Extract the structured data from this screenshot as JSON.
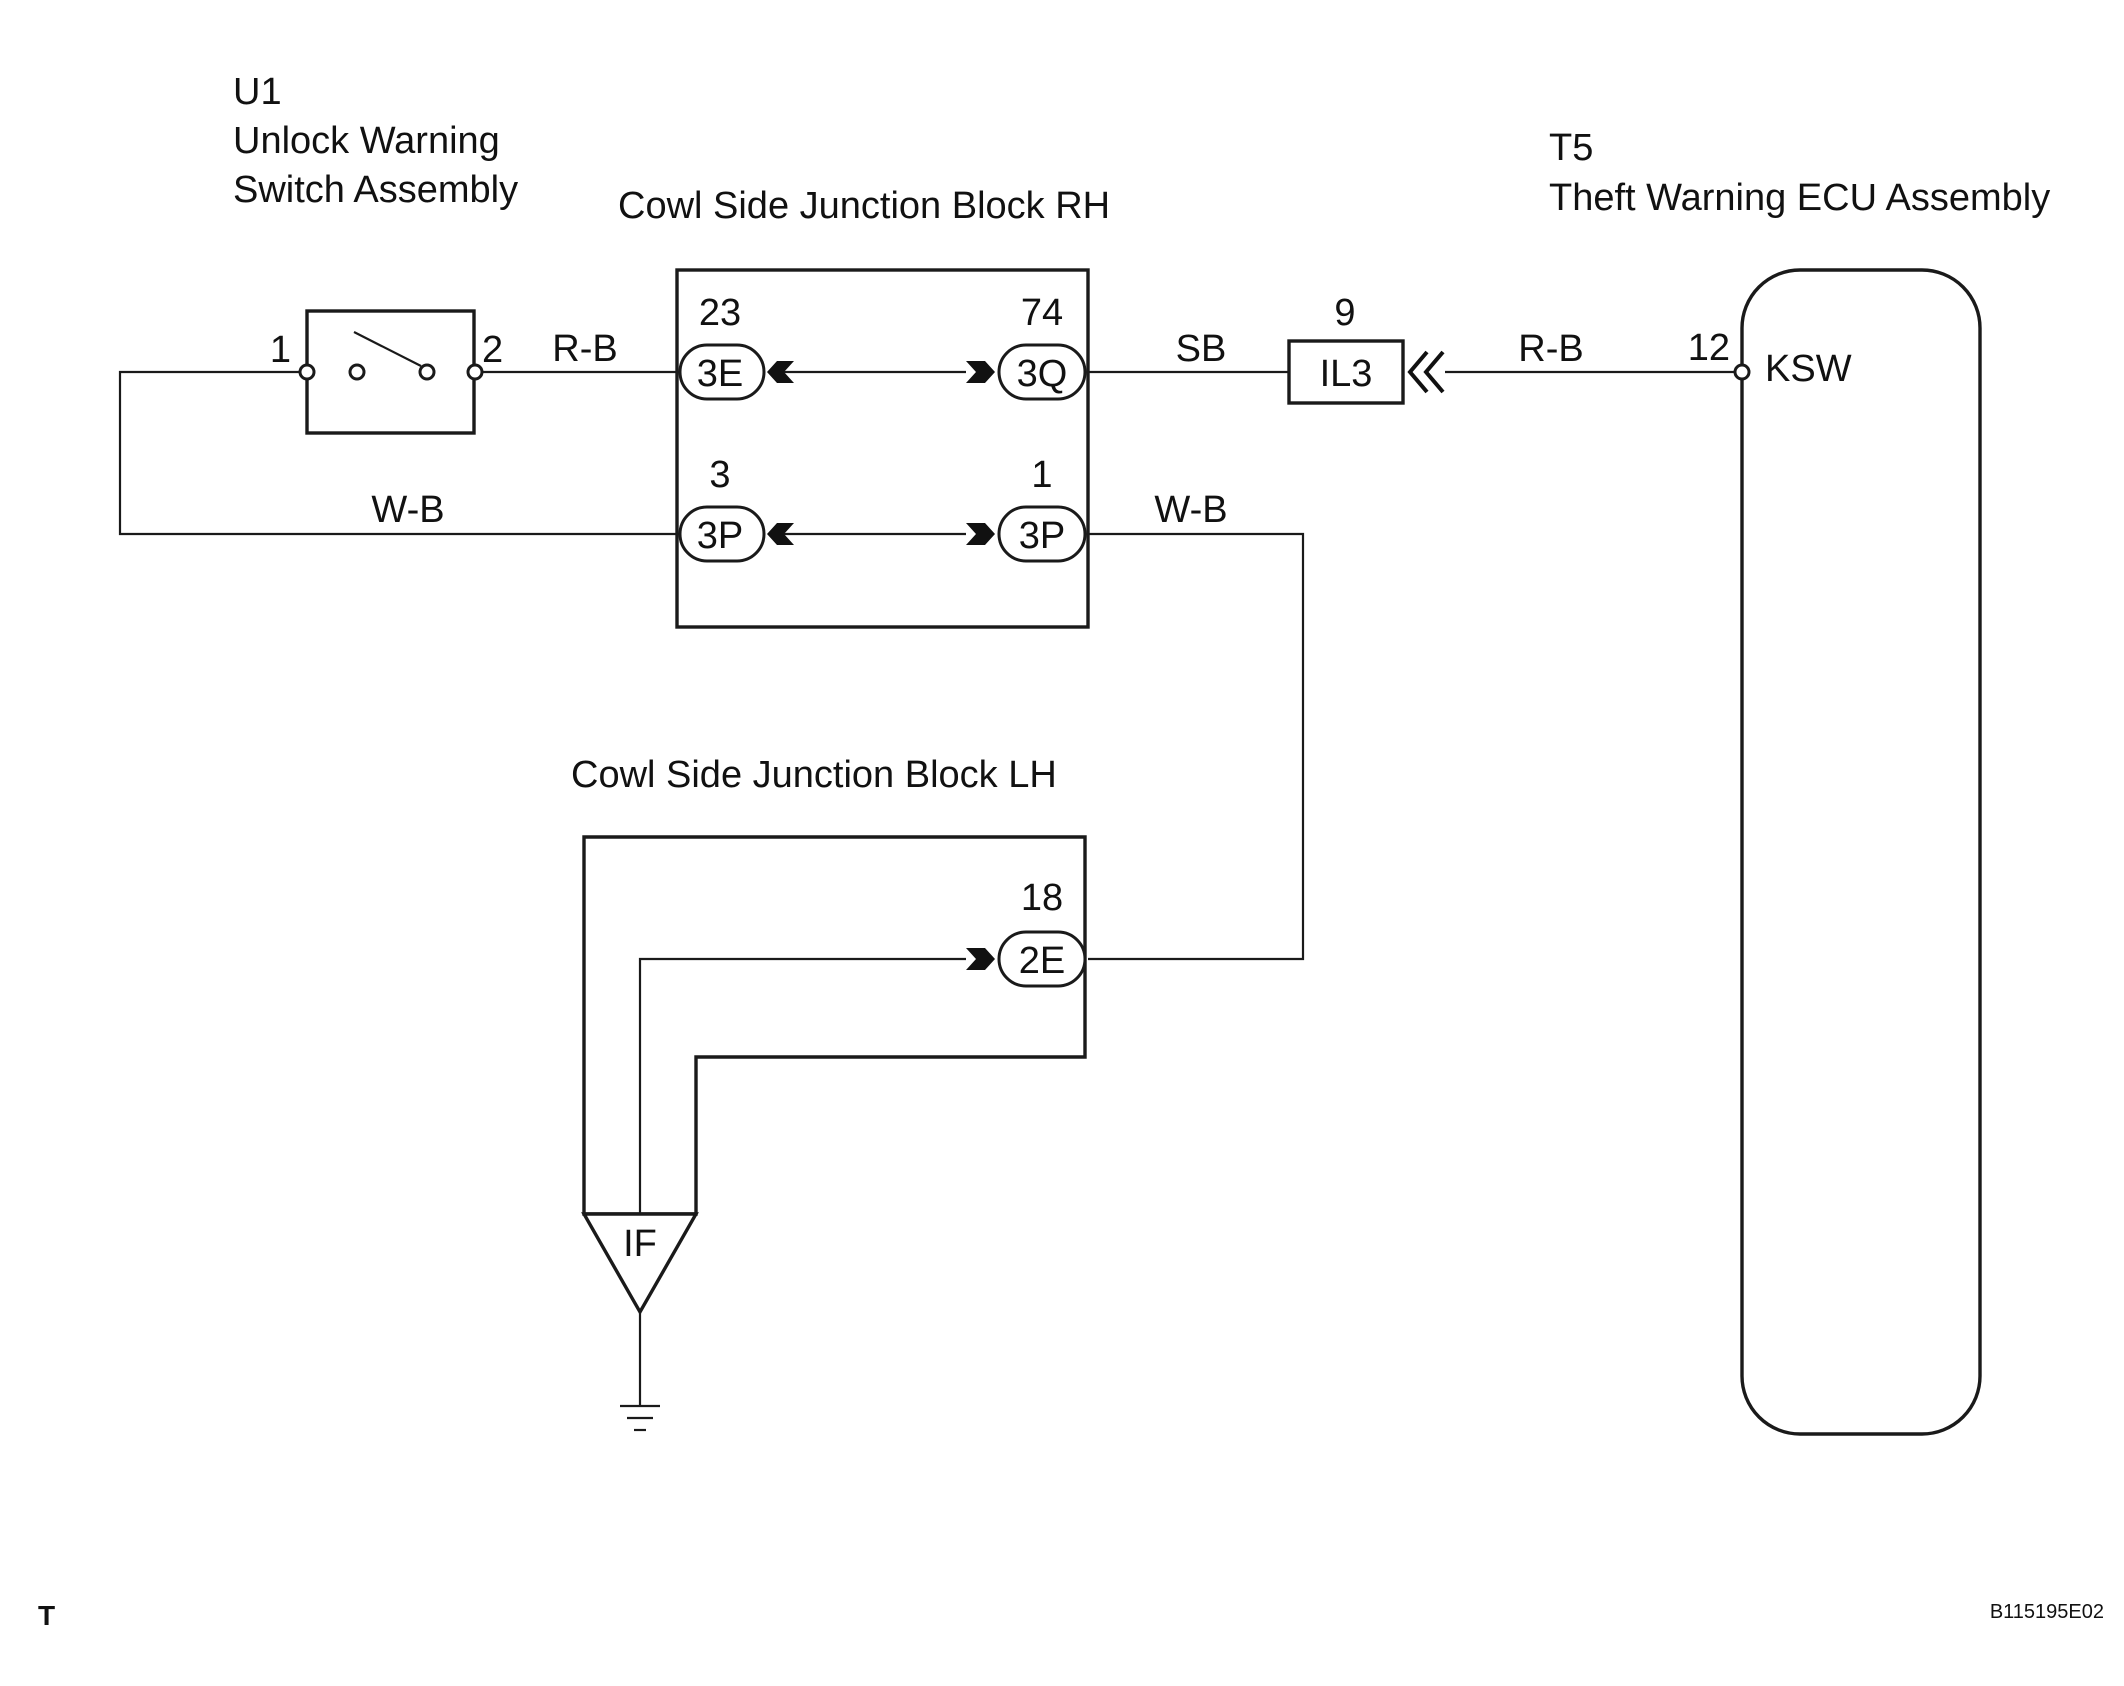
{
  "components": {
    "u1": {
      "code": "U1",
      "name_line1": "Unlock Warning",
      "name_line2": "Switch Assembly",
      "pin1": "1",
      "pin2": "2"
    },
    "t5": {
      "code": "T5",
      "name": "Theft Warning ECU Assembly",
      "pin": "12",
      "terminal": "KSW"
    },
    "jb_rh": {
      "name": "Cowl Side Junction Block RH"
    },
    "jb_lh": {
      "name": "Cowl Side Junction Block LH"
    }
  },
  "connectors": {
    "rh_top_left": {
      "pin": "23",
      "code": "3E"
    },
    "rh_top_right": {
      "pin": "74",
      "code": "3Q"
    },
    "rh_bottom_left": {
      "pin": "3",
      "code": "3P"
    },
    "rh_bottom_right": {
      "pin": "1",
      "code": "3P"
    },
    "lh": {
      "pin": "18",
      "code": "2E"
    },
    "il3": {
      "pin": "9",
      "code": "IL3"
    }
  },
  "wires": {
    "switch_to_rh": "R-B",
    "rh_to_il3": "SB",
    "il3_to_ecu": "R-B",
    "switch_return": "W-B",
    "rh_to_lh": "W-B"
  },
  "ground": {
    "code": "IF"
  },
  "footer": {
    "corner_mark": "T",
    "figure_id": "B115195E02"
  }
}
